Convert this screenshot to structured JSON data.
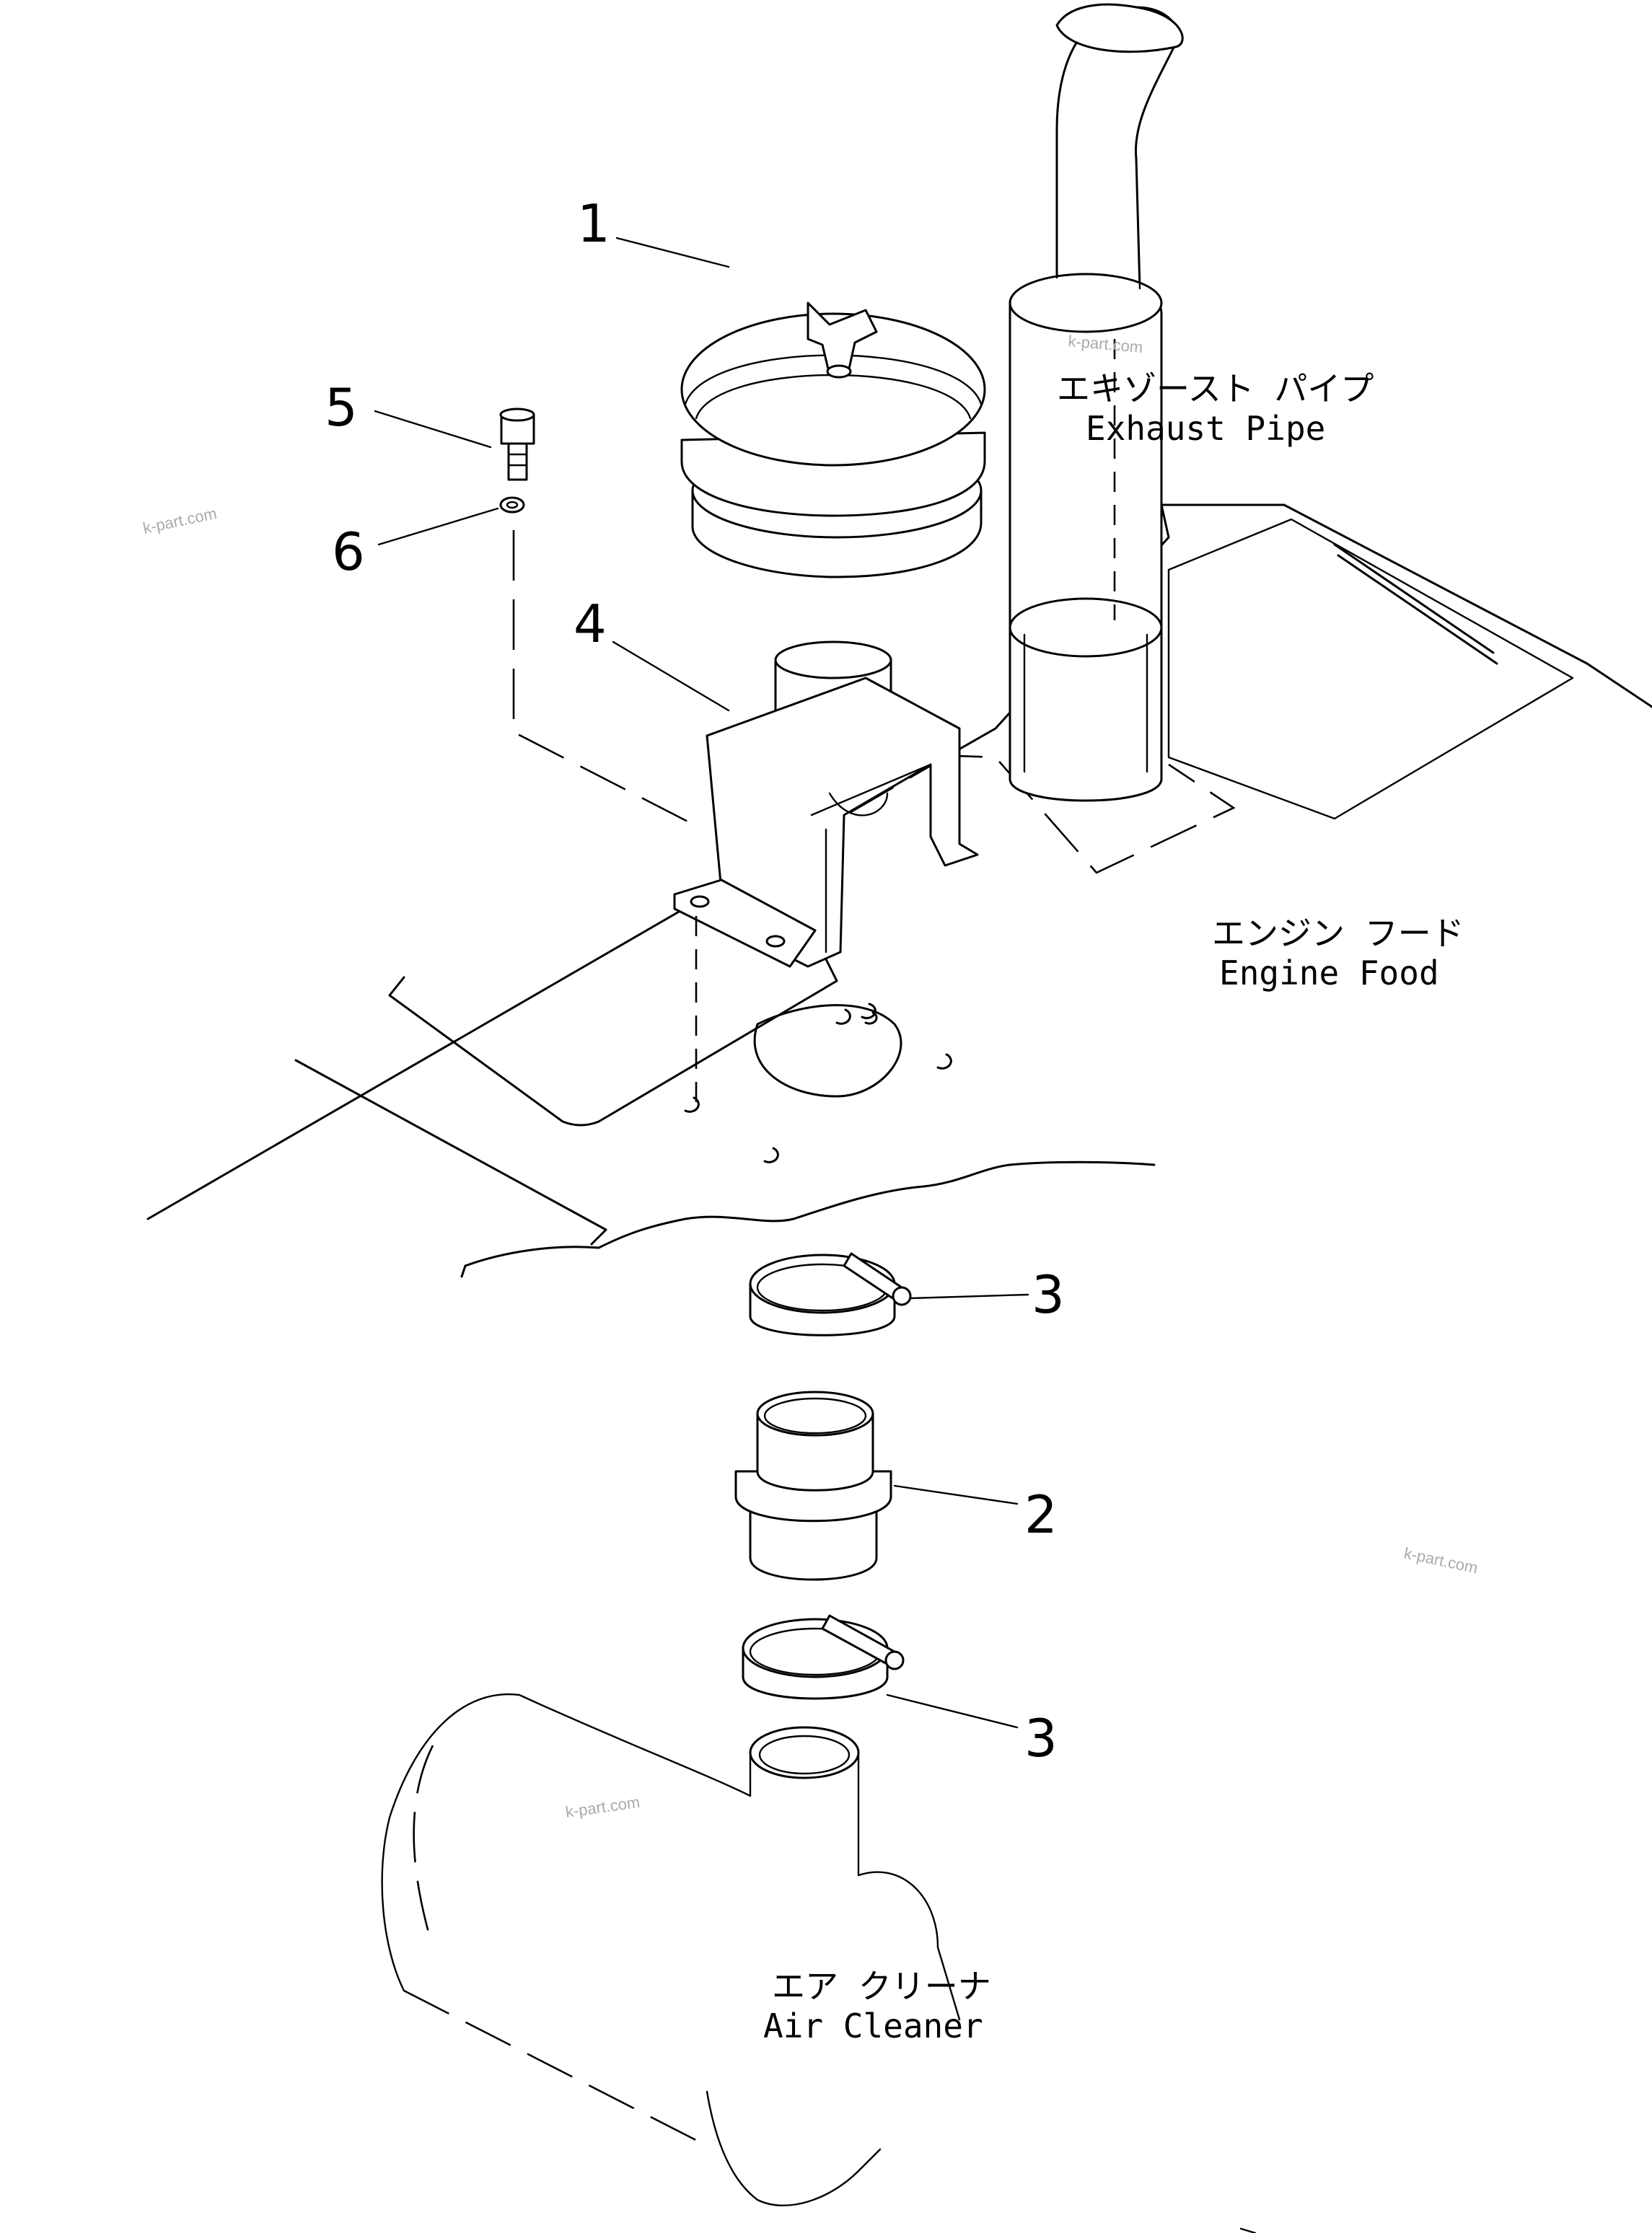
{
  "callouts": [
    "1",
    "2",
    "3",
    "3",
    "4",
    "5",
    "6"
  ],
  "labels": {
    "exhaust_jp": "エキゾースト パイプ",
    "exhaust_en": "Exhaust Pipe",
    "engine_jp": "エンジン フード",
    "engine_en": "Engine Food",
    "aircleaner_jp": "エア クリーナ",
    "aircleaner_en": "Air Cleaner"
  },
  "watermark": "k-part.com"
}
